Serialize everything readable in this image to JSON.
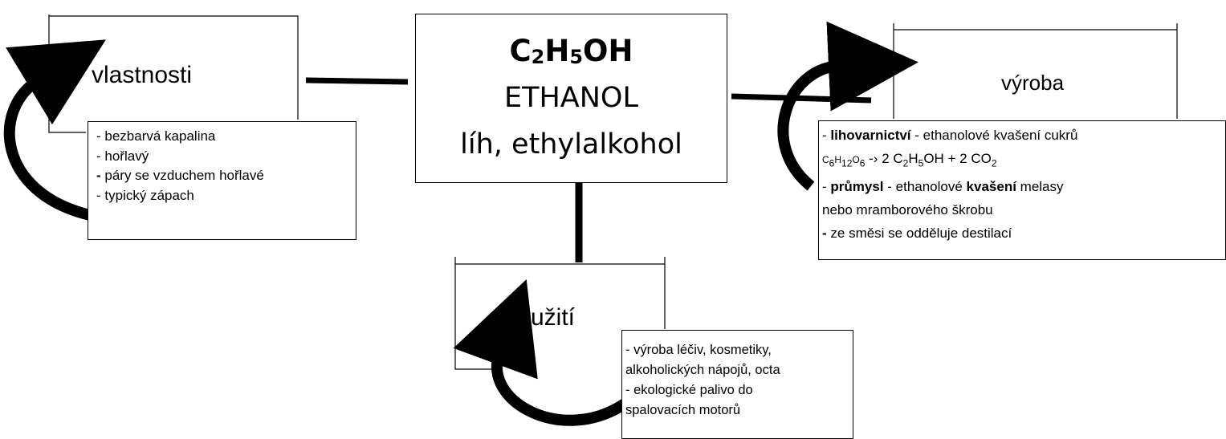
{
  "center": {
    "formula": {
      "p1": "C",
      "s1": "2",
      "p2": "H",
      "s2": "5",
      "p3": "OH"
    },
    "name": "ETHANOL",
    "synonyms": "líh, ethylalkohol"
  },
  "properties": {
    "title": "vlastnosti",
    "items": [
      {
        "dash": "- ",
        "text": "bezbarvá kapalina"
      },
      {
        "dash": "- ",
        "text": "hořlavý"
      },
      {
        "dash": "- ",
        "text": "páry se vzduchem hořlavé"
      },
      {
        "dash": "- ",
        "text": "typický zápach"
      }
    ]
  },
  "production": {
    "title": "výroba",
    "line1": {
      "dash": "- ",
      "bold": "lihovarnictví",
      "rest": " - ethanolové kvašení cukrů"
    },
    "equation": {
      "a": "C",
      "b": "6",
      "c": "H",
      "d": "12",
      "e": "O",
      "f": "6",
      "g": " -› 2 C",
      "h": "2",
      "i": "H",
      "j": "5",
      "k": "OH + 2 CO",
      "l": "2"
    },
    "line3": {
      "dash": "- ",
      "bold": "průmysl",
      "mid": " - ethanolové ",
      "bold2": "kvašení",
      "rest": " melasy"
    },
    "line4": "nebo mramborového škrobu",
    "line5": {
      "dash": "- ",
      "text": "ze směsi se odděluje destilací"
    }
  },
  "uses": {
    "title": "využití",
    "line1": {
      "dash": "- ",
      "text": "výroba léčiv, kosmetiky,"
    },
    "line2": "alkoholických nápojů, octa",
    "line3": {
      "dash": "- ",
      "text": "ekologické palivo do"
    },
    "line4": "spalovacích motorů"
  }
}
